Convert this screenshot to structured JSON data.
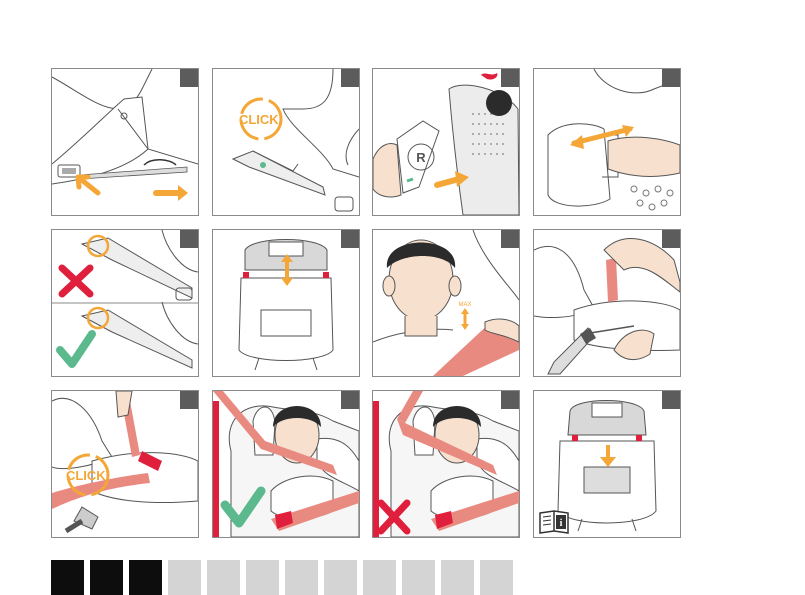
{
  "labels": {
    "click": "CLICK!",
    "max": "MAX",
    "isofix_letter": "R",
    "info_letter": "i"
  },
  "colors": {
    "orange": "#F4A637",
    "red": "#E01F3D",
    "green": "#5CB88D",
    "belt": "#E98A80",
    "skin": "#F7E1CE",
    "hair": "#2B2B2B",
    "line": "#555555",
    "tab_dark": "#0d0d0d",
    "tab_light": "#d4d4d4"
  },
  "section_tabs": [
    {
      "active": true
    },
    {
      "active": true
    },
    {
      "active": true
    },
    {
      "active": false
    },
    {
      "active": false
    },
    {
      "active": false
    },
    {
      "active": false
    },
    {
      "active": false
    },
    {
      "active": false
    },
    {
      "active": false
    },
    {
      "active": false
    },
    {
      "active": false
    }
  ],
  "steps": [
    {
      "id": 1,
      "icons": [
        "arrow-icon",
        "arrow-icon"
      ]
    },
    {
      "id": 2,
      "icons": [
        "click-ring-icon"
      ]
    },
    {
      "id": 3,
      "icons": [
        "arrow-icon"
      ]
    },
    {
      "id": 4,
      "icons": [
        "double-arrow-icon"
      ]
    },
    {
      "id": 5,
      "icons": [
        "cross-icon",
        "check-icon"
      ]
    },
    {
      "id": 6,
      "icons": [
        "double-arrow-icon"
      ]
    },
    {
      "id": 7,
      "icons": [
        "double-arrow-icon"
      ]
    },
    {
      "id": 8,
      "icons": []
    },
    {
      "id": 9,
      "icons": [
        "click-ring-icon"
      ]
    },
    {
      "id": 10,
      "icons": [
        "check-icon"
      ]
    },
    {
      "id": 11,
      "icons": [
        "cross-icon"
      ]
    },
    {
      "id": 12,
      "icons": [
        "arrow-icon",
        "manual-icon"
      ]
    }
  ]
}
